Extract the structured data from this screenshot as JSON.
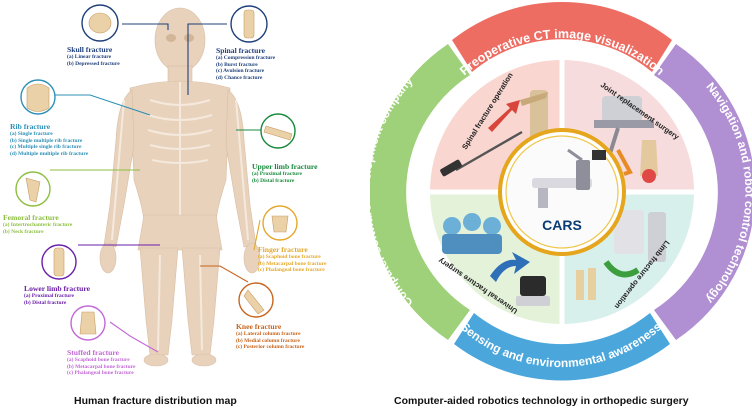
{
  "left_caption": "Human fracture distribution map",
  "right_caption": "Computer-aided robotics technology in orthopedic surgery",
  "fractures": {
    "skull": {
      "title": "Skull fracture",
      "color": "#1f3f7a",
      "items": [
        "(a) Linear fracture",
        "(b) Depressed fracture"
      ]
    },
    "spinal": {
      "title": "Spinal fracture",
      "color": "#1f3f7a",
      "items": [
        "(a) Compression fracture",
        "(b) Burst fracture",
        "(c) Avulsion fracture",
        "(d) Chance fracture"
      ]
    },
    "rib": {
      "title": "Rib fracture",
      "color": "#2c8fb5",
      "items": [
        "(a) Single fracture",
        "(b) Single multiple rib fracture",
        "(c) Multiple single rib fracture",
        "(d) Multiple multiple rib fracture"
      ]
    },
    "upper": {
      "title": "Upper limb fracture",
      "color": "#178a3c",
      "items": [
        "(a) Proximal fracture",
        "(b) Distal fracture"
      ]
    },
    "femoral": {
      "title": "Femoral fracture",
      "color": "#8cbf3f",
      "items": [
        "(a) Intertrochanteric fracture",
        "(b) Neck fracture"
      ]
    },
    "finger": {
      "title": "Finger fracture",
      "color": "#e3a82b",
      "items": [
        "(a) Scaphoid bone fracture",
        "(b) Metacarpal bone fracture",
        "(c) Phalangeal bone fracture"
      ]
    },
    "lower": {
      "title": "Lower limb fracture",
      "color": "#6a1fa8",
      "items": [
        "(a) Proximal fracture",
        "(b) Distal fracture"
      ]
    },
    "knee": {
      "title": "Knee fracture",
      "color": "#c8641c",
      "items": [
        "(a) Lateral column fracture",
        "(b) Medial column fracture",
        "(c) Posterior column fracture"
      ]
    },
    "stuffed": {
      "title": "Stuffed fracture",
      "color": "#c267d6",
      "items": [
        "(a) Scaphoid bone fracture",
        "(b) Metacarpal bone fracture",
        "(c) Phalangeal bone fracture"
      ]
    }
  },
  "cars": {
    "center_label": "CARS",
    "ring_top": "Preoperative CT image visualization",
    "ring_right": "Navigation and robot control technology",
    "ring_bottom": "Sensing and environmental awareness",
    "ring_left": "Computer software development company",
    "q_tl": "Spinal fracture operation",
    "q_tr": "Joint replacement surgery",
    "q_br": "Limb fracture operation",
    "q_bl": "Universal fracture surgery",
    "colors": {
      "top": "#ed6d63",
      "right": "#b08fd2",
      "bottom": "#4aa6db",
      "left": "#9fd07a"
    }
  }
}
